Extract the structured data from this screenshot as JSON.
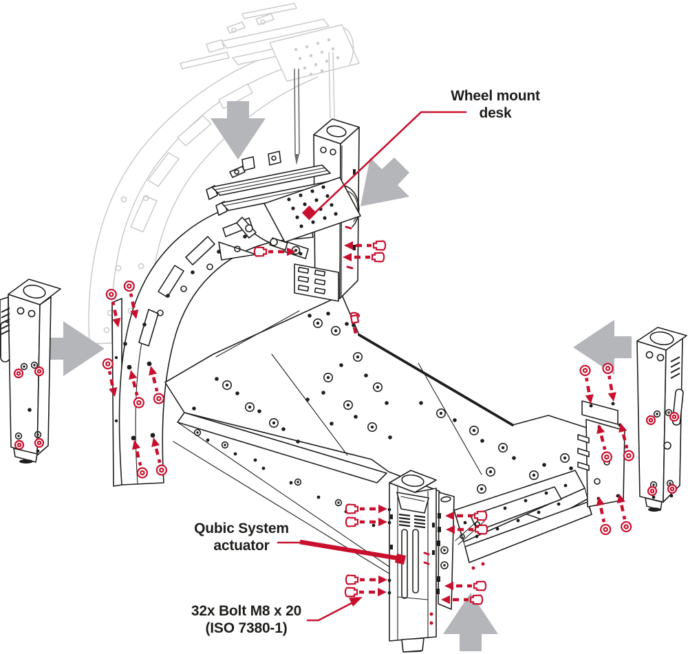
{
  "diagram": {
    "type": "exploded-assembly-instruction",
    "subject": "Motion platform chassis with Qubic System actuators",
    "colors": {
      "line": "#1d1d1b",
      "ghost": "#c9cacd",
      "arrow_gray": "#b4b6b9",
      "accent_red": "#c8102e",
      "background": "#ffffff"
    },
    "labels": {
      "wheel_mount_desk": {
        "line1": "Wheel mount",
        "line2": "desk"
      },
      "actuator": {
        "line1": "Qubic System",
        "line2": "actuator"
      },
      "bolt_spec": {
        "line1": "32x Bolt M8 x 20",
        "line2": "(ISO 7380-1)"
      }
    },
    "hardware": {
      "quantity": "32x",
      "item": "Bolt M8 x 20",
      "standard": "ISO 7380-1"
    },
    "assembly_arrows": [
      {
        "name": "insert-top",
        "direction": "down"
      },
      {
        "name": "insert-upper-right",
        "direction": "down-left"
      },
      {
        "name": "insert-left",
        "direction": "right"
      },
      {
        "name": "insert-right",
        "direction": "left"
      },
      {
        "name": "insert-bottom",
        "direction": "up"
      }
    ]
  }
}
